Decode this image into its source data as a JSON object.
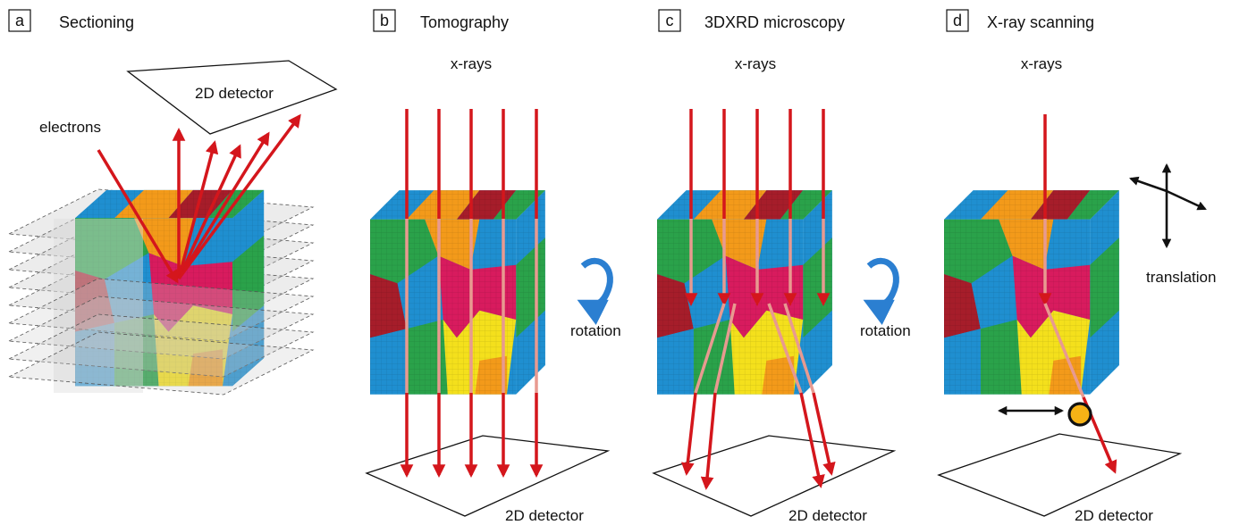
{
  "panels": [
    {
      "letter": "a",
      "title": "Sectioning",
      "source_label": "electrons",
      "detector_label": "2D detector"
    },
    {
      "letter": "b",
      "title": "Tomography",
      "source_label": "x-rays",
      "motion_label": "rotation",
      "detector_label": "2D detector"
    },
    {
      "letter": "c",
      "title": "3DXRD microscopy",
      "source_label": "x-rays",
      "motion_label": "rotation",
      "detector_label": "2D detector"
    },
    {
      "letter": "d",
      "title": "X-ray scanning",
      "source_label": "x-rays",
      "motion_label": "translation",
      "detector_label": "2D detector"
    }
  ],
  "colors": {
    "beam": "#d4161c",
    "beam_faded": "#e89a90",
    "grain_blue": "#1f8fd0",
    "grain_red": "#d81b5e",
    "grain_yellow": "#f4e01c",
    "grain_green": "#2aa24a",
    "grain_orange": "#f39a1a",
    "grain_darkred": "#a61d2a",
    "rotation_arrow": "#2b7fd1",
    "section_plane": "#c8c8c8",
    "outline": "#111111"
  },
  "icons": [
    "curved-rotation-arrow-icon",
    "four-way-translation-arrow-icon",
    "two-way-arrow-icon",
    "pinhole-aperture-icon"
  ]
}
